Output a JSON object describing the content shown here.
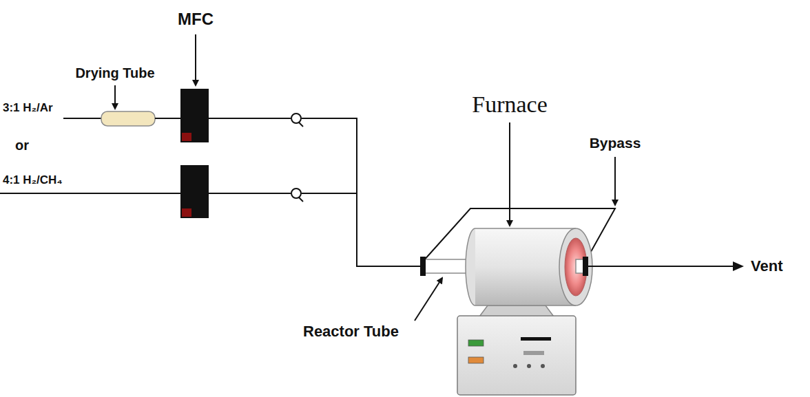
{
  "diagram": {
    "labels": [
      "MFC",
      "Drying Tube",
      "3:1 H₂/Ar",
      "or",
      "4:1 H₂/CH₄",
      "Furnace",
      "Bypass",
      "Reactor Tube",
      "Vent"
    ]
  }
}
